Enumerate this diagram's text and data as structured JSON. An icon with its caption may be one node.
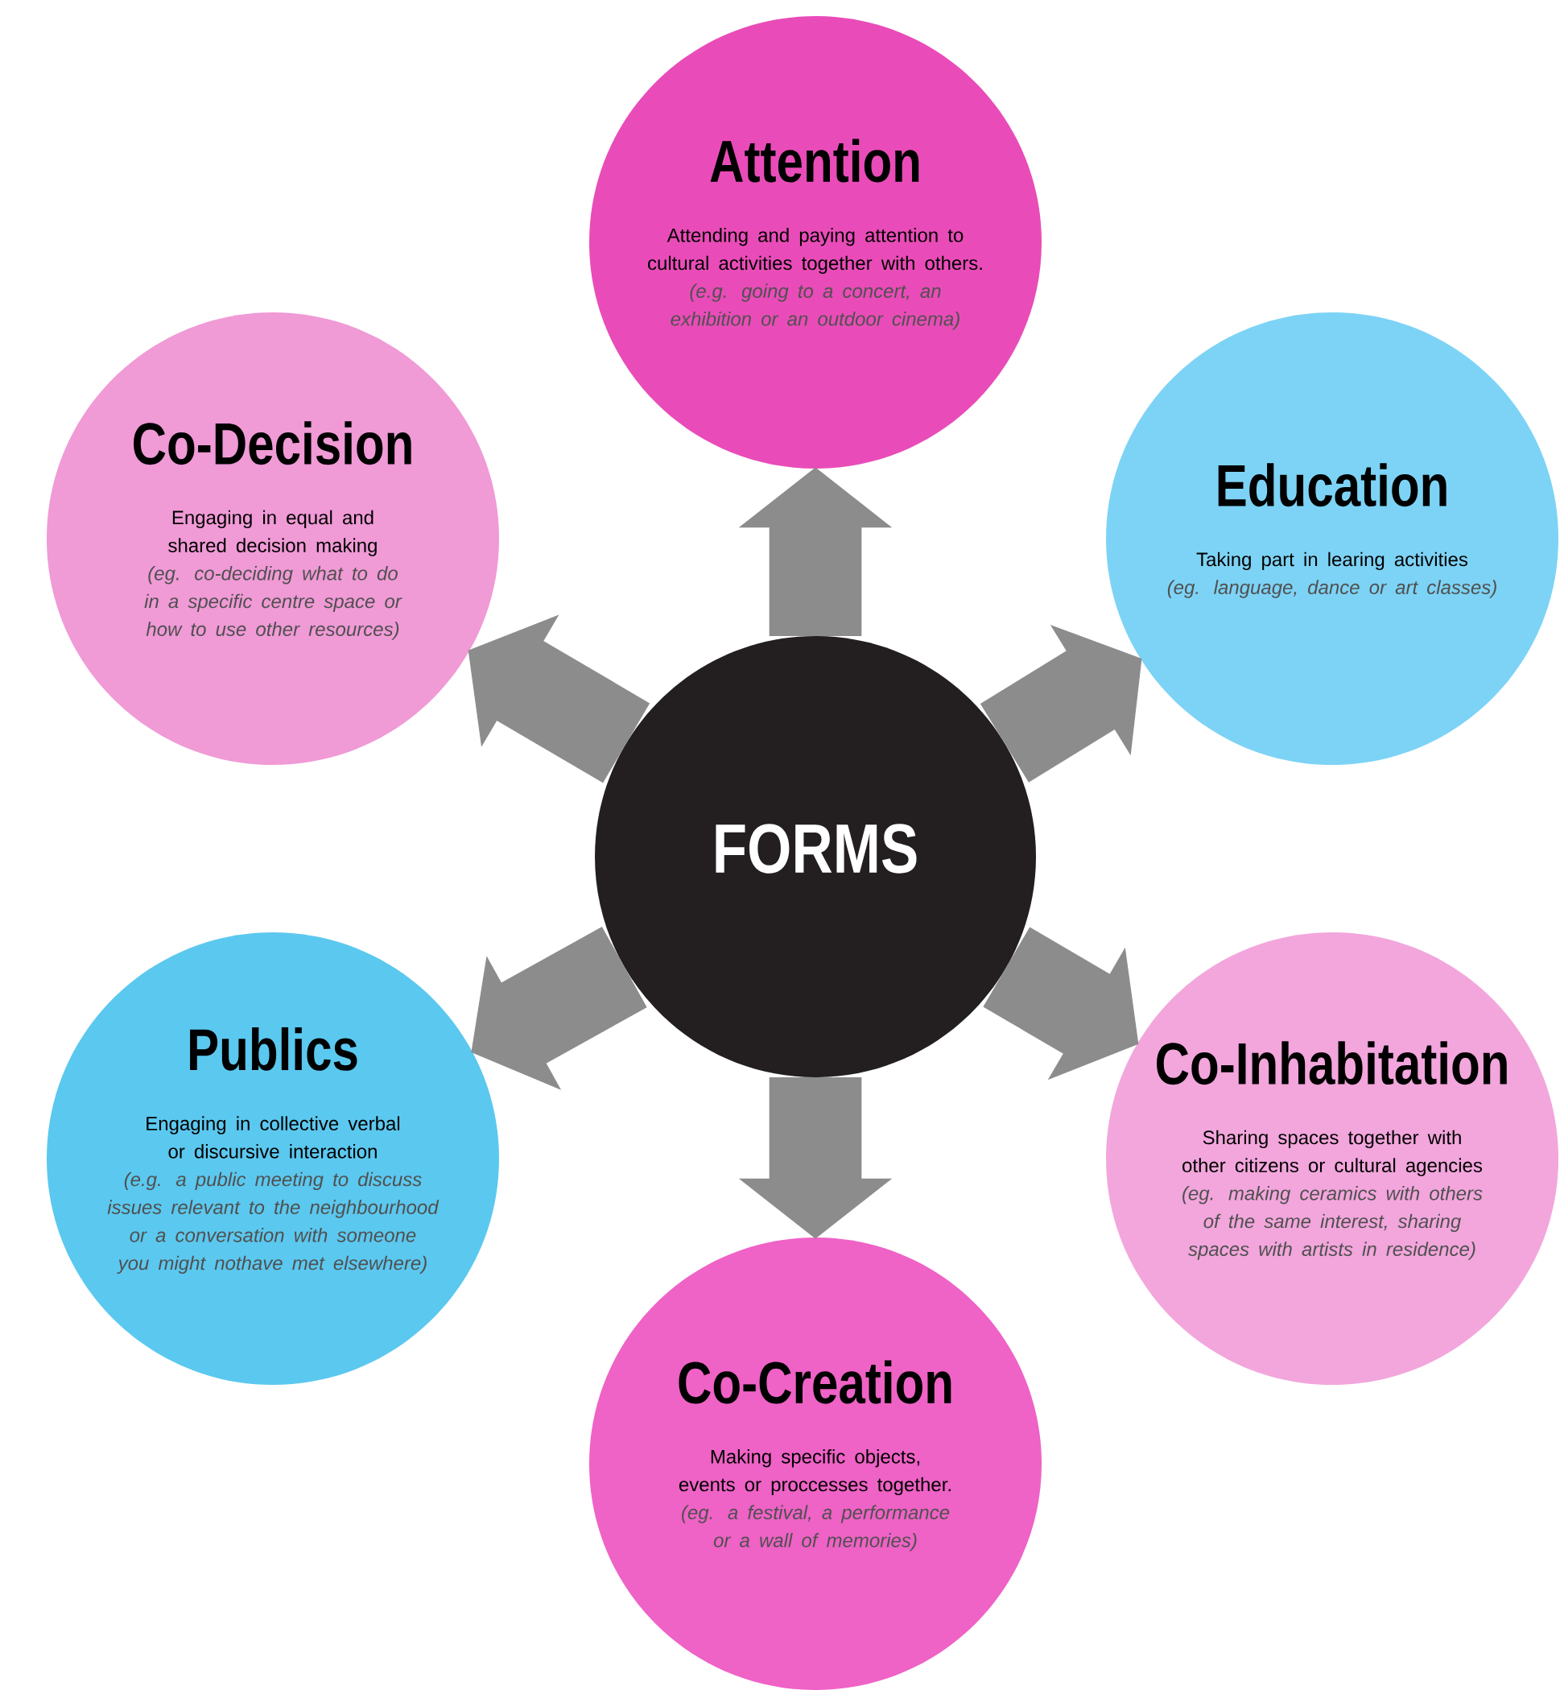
{
  "diagram": {
    "nodes": [
      {
        "text": [
          "Attention",
          "Attending and paying attention to cultural activities together with others.",
          "(e.g. going to a concert, an exhibition or an outdoor cinema)"
        ]
      },
      {
        "text": [
          "Co-Decision",
          "Engaging in equal and shared decision making",
          "(eg. co-deciding what to do in a specific centre space or how to use other resources)"
        ]
      },
      {
        "text": [
          "Education",
          "Taking part in learing activities",
          "(eg. language, dance or art classes)"
        ]
      },
      {
        "text": [
          "FORMS"
        ]
      },
      {
        "text": [
          "Publics",
          "Engaging in collective verbal or discursive interaction",
          "(e.g. a public meeting to discuss issues relevant to the neighbourhood or a conversation with someone you might nothave met elsewhere)"
        ]
      },
      {
        "text": [
          "Co-Inhabitation",
          "Sharing spaces together with other citizens or cultural agencies",
          "(eg. making ceramics with others of the same interest, sharing spaces with artists in residence)"
        ]
      },
      {
        "text": [
          "Co-Creation",
          "Making specific objects, events or proccesses together.",
          "(eg. a festival, a performance or a wall of memories)"
        ]
      }
    ],
    "edges": [
      {
        "from": 3,
        "to": 0,
        "arrow": "to"
      },
      {
        "from": 3,
        "to": 1,
        "arrow": "to"
      },
      {
        "from": 3,
        "to": 2,
        "arrow": "to"
      },
      {
        "from": 3,
        "to": 4,
        "arrow": "to"
      },
      {
        "from": 3,
        "to": 5,
        "arrow": "to"
      },
      {
        "from": 3,
        "to": 6,
        "arrow": "to"
      }
    ]
  }
}
